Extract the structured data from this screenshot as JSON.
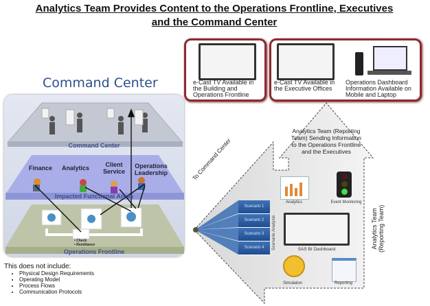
{
  "title": {
    "line1": "Analytics Team  Provides Content to the Operations Frontline, Executives",
    "line2": "and the Command Center"
  },
  "command_center": {
    "heading": "Command Center",
    "layers": {
      "top": "Command Center",
      "middle": "Impacted Functional Areas",
      "bottom": "Operations Frontline"
    },
    "functions": [
      "Finance",
      "Analytics",
      "Client Service",
      "Operations Leadership"
    ],
    "frontline_items": [
      "Check",
      "Remittance"
    ]
  },
  "displays": [
    {
      "caption": "e-Cast TV Available in the Building  and Operations Frontline"
    },
    {
      "caption": "e-Cast TV Available  in the Executive Offices"
    },
    {
      "caption": "Operations Dashboard Information Available on Mobile and Laptop"
    }
  ],
  "up_arrow_text": "Analytics Team (Reporting Team) Sending Information to the Operations Frontline and the Executives",
  "left_arrow_text": "To Command Center",
  "scenario_analysis": {
    "label": "Scenario Analysis",
    "scenarios": [
      "Scenario 1",
      "Scenario 2",
      "Scenario 3",
      "Scenario 4"
    ]
  },
  "tools": {
    "analytics": "Analytics",
    "event_monitoring": "Event Monitoring",
    "dashboard": "SAS BI Dashboard",
    "simulation": "Simulation",
    "reporting": "Reporting"
  },
  "side_label": {
    "line1": "Analytics Team",
    "line2": "(Reporting Team)"
  },
  "exclusions": {
    "heading": "This does not include:",
    "items": [
      "Physical Design  Requirements",
      "Operating Model",
      "Process Flows",
      "Communication Protocols"
    ]
  },
  "colors": {
    "frame": "#8c2a30",
    "scenario": "#2a5ba0",
    "heading": "#2d4f8c"
  }
}
